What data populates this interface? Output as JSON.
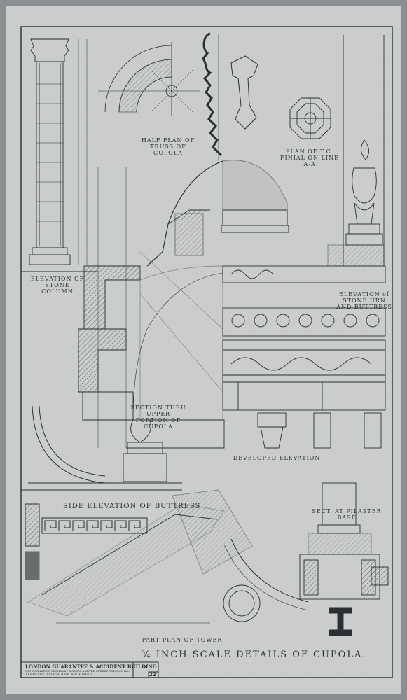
{
  "labels": {
    "elevation_stone_column": "ELEVATION OF STONE COLUMN",
    "plan_tc_finial": "PLAN OF T.C. FINIAL ON LINE A-A",
    "elevation_stone_urn": "ELEVATION of STONE URN AND BUTTRESS",
    "section_upper_cupola": "SECTION THRU UPPER PORTION OF CUPOLA",
    "developed_elevation": "DEVELOPED ELEVATION",
    "side_elevation_buttress": "SIDE ELEVATION OF BUTTRESS",
    "sect_pilaster_base": "SECT. AT PILASTER BASE",
    "part_plan_tower": "PART PLAN OF TOWER",
    "inch_scale_details": "¾ INCH SCALE DETAILS OF CUPOLA.",
    "half_plan_cupola": "HALF PLAN OF TRUSS OF CUPOLA"
  },
  "title_block": {
    "building": "LONDON GUARANTEE & ACCIDENT BUILDING",
    "location": "S.W. CORNER OF MICHIGAN AVENUE & RIVER STREET CHICAGO ILL.",
    "architect": "ALFRED S. ALSCHULER ARCHITECT",
    "sheet_no": "22"
  },
  "colors": {
    "paper": "#cbcdcc",
    "ink": "#2b2f33",
    "hatch": "#5a5f63",
    "border": "#8a8e90"
  }
}
